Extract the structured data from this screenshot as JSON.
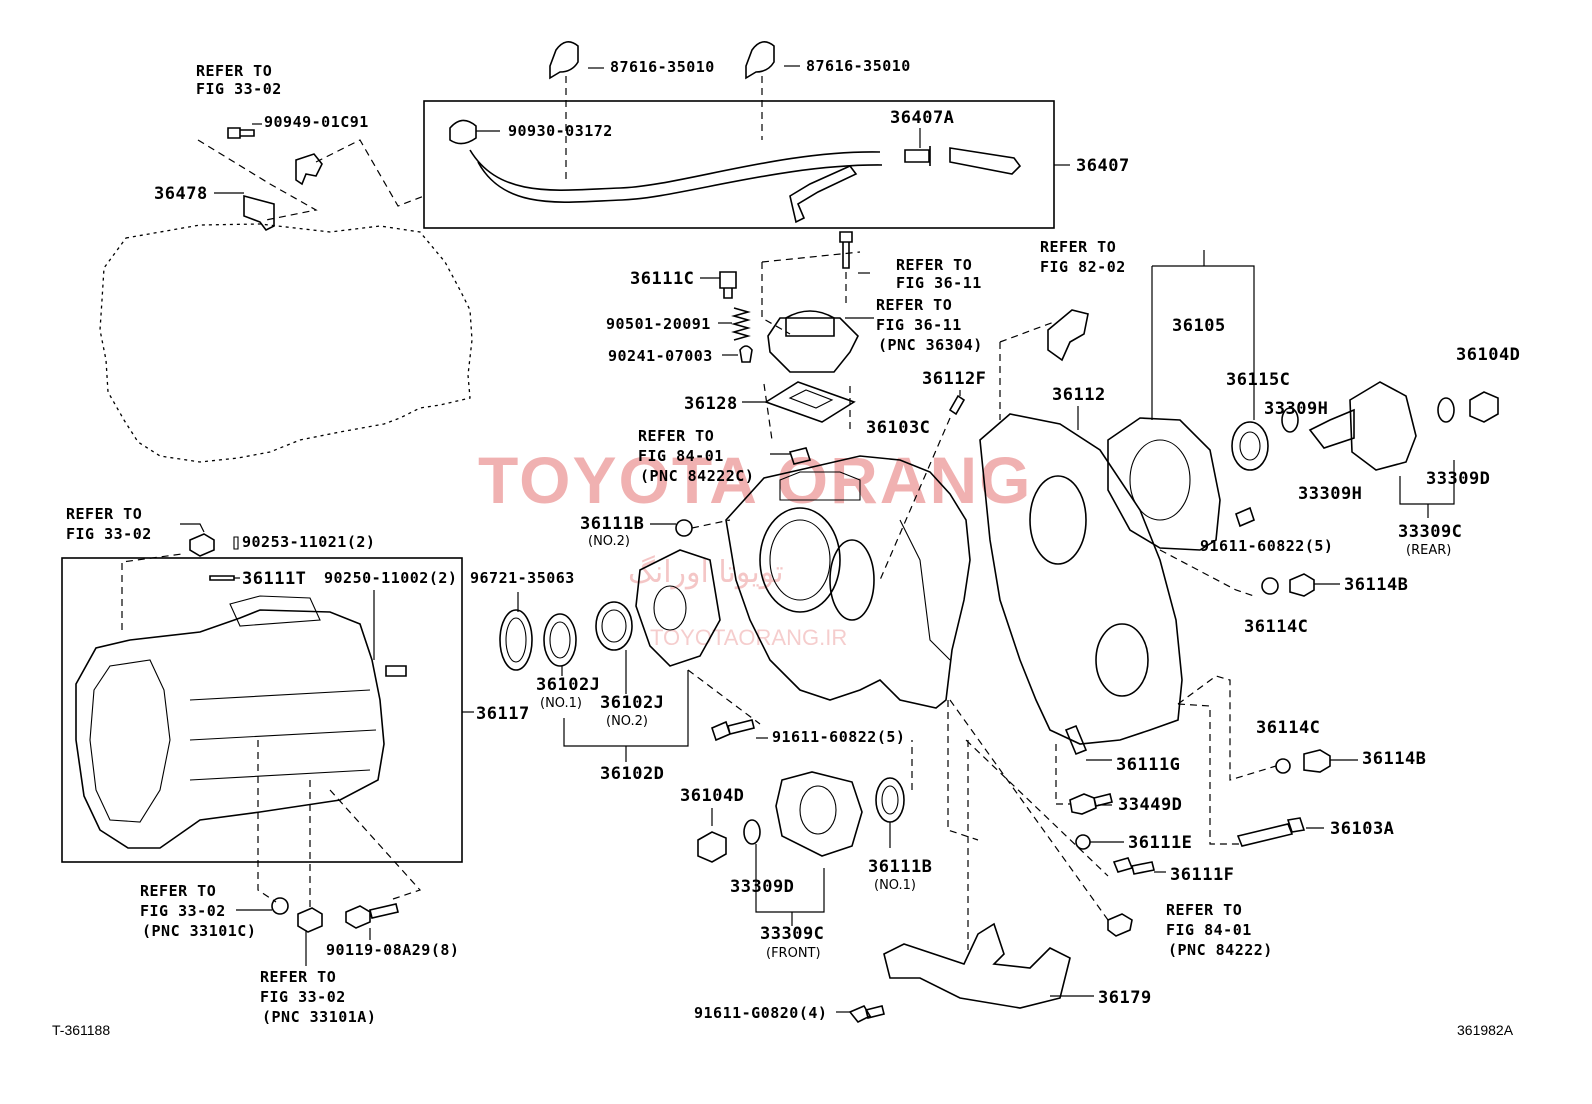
{
  "watermark": {
    "main": "TOYOTA ORANG",
    "fa": "تویوتا اورانگ",
    "site": "TOYOTAORANG.IR"
  },
  "codes": {
    "left": "T-361188",
    "right": "361982A"
  },
  "labels": {
    "p87616a": "87616-35010",
    "p87616b": "87616-35010",
    "p90930": "90930-03172",
    "p36407a": "36407A",
    "p36407": "36407",
    "ref3302a_1": "REFER TO",
    "ref3302a_2": "FIG 33-02",
    "p90949": "90949-01C91",
    "p36478": "36478",
    "p36111c": "36111C",
    "ref3611a_1": "REFER TO",
    "ref3611a_2": "FIG 36-11",
    "ref3611b_1": "REFER TO",
    "ref3611b_2": "FIG 36-11",
    "ref3611b_3": "(PNC 36304)",
    "p90501": "90501-20091",
    "p90241": "90241-07003",
    "ref8202_1": "REFER TO",
    "ref8202_2": "FIG 82-02",
    "p36105": "36105",
    "p36104d_r": "36104D",
    "p36115c": "36115C",
    "p33309h_a": "33309H",
    "p36112f": "36112F",
    "p36112": "36112",
    "p36128": "36128",
    "p36103c": "36103C",
    "ref8401a_1": "REFER TO",
    "ref8401a_2": "FIG 84-01",
    "ref8401a_3": "(PNC 84222C)",
    "p33309h_b": "33309H",
    "p33309d_r": "33309D",
    "p33309c_r": "33309C",
    "rear": "(REAR)",
    "p91611_a": "91611-60822(5)",
    "ref3302b_1": "REFER TO",
    "ref3302b_2": "FIG 33-02",
    "p90253": "90253-11021(2)",
    "p36111b_2": "36111B",
    "no2_a": "(NO.2)",
    "p36114b_a": "36114B",
    "p36114c_a": "36114C",
    "p36111t": "36111T",
    "p90250": "90250-11002(2)",
    "p96721": "96721-35063",
    "p36102j_1": "36102J",
    "no1_a": "(NO.1)",
    "p36102j_2": "36102J",
    "no2_b": "(NO.2)",
    "p36117": "36117",
    "p91611_b": "91611-60822(5)",
    "p36114c_b": "36114C",
    "p36114b_b": "36114B",
    "p36111g": "36111G",
    "p36102d": "36102D",
    "p36104d_l": "36104D",
    "p33449d": "33449D",
    "p36103a": "36103A",
    "p36111e": "36111E",
    "p36111b_1": "36111B",
    "no1_b": "(NO.1)",
    "p33309d_l": "33309D",
    "p36111f": "36111F",
    "ref3302c_1": "REFER TO",
    "ref3302c_2": "FIG 33-02",
    "ref3302c_3": "(PNC 33101C)",
    "ref8401b_1": "REFER TO",
    "ref8401b_2": "FIG 84-01",
    "ref8401b_3": "(PNC 84222)",
    "p33309c_l": "33309C",
    "front": "(FRONT)",
    "p90119": "90119-08A29(8)",
    "ref3302d_1": "REFER TO",
    "ref3302d_2": "FIG 33-02",
    "ref3302d_3": "(PNC 33101A)",
    "p36179": "36179",
    "p91611_c": "91611-G0820(4)"
  }
}
